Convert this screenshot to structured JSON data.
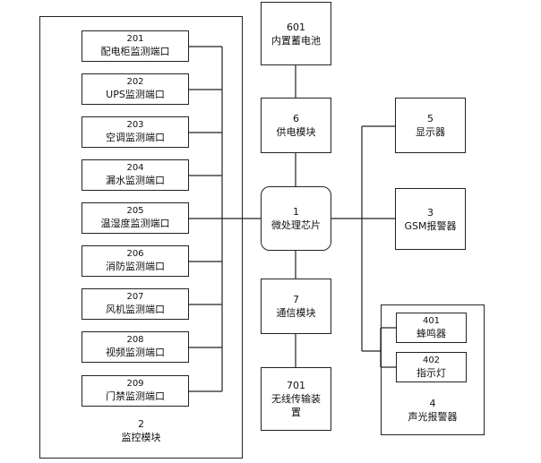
{
  "monitor_module": {
    "number": "2",
    "label": "监控模块",
    "ports": [
      {
        "number": "201",
        "label": "配电柜监测端口"
      },
      {
        "number": "202",
        "label": "UPS监测端口"
      },
      {
        "number": "203",
        "label": "空调监测端口"
      },
      {
        "number": "204",
        "label": "漏水监测端口"
      },
      {
        "number": "205",
        "label": "温湿度监测端口"
      },
      {
        "number": "206",
        "label": "消防监测端口"
      },
      {
        "number": "207",
        "label": "风机监测端口"
      },
      {
        "number": "208",
        "label": "视频监测端口"
      },
      {
        "number": "209",
        "label": "门禁监测端口"
      }
    ]
  },
  "battery": {
    "number": "601",
    "label": "内置蓄电池"
  },
  "power_module": {
    "number": "6",
    "label": "供电模块"
  },
  "cpu": {
    "number": "1",
    "label": "微处理芯片"
  },
  "comm_module": {
    "number": "7",
    "label": "通信模块"
  },
  "wireless_device": {
    "number": "701",
    "label": "无线传输装置"
  },
  "display": {
    "number": "5",
    "label": "显示器"
  },
  "gsm_alarm": {
    "number": "3",
    "label": "GSM报警器"
  },
  "sound_light_alarm": {
    "number": "4",
    "label": "声光报警器",
    "buzzer": {
      "number": "401",
      "label": "蜂鸣器"
    },
    "indicator": {
      "number": "402",
      "label": "指示灯"
    }
  }
}
